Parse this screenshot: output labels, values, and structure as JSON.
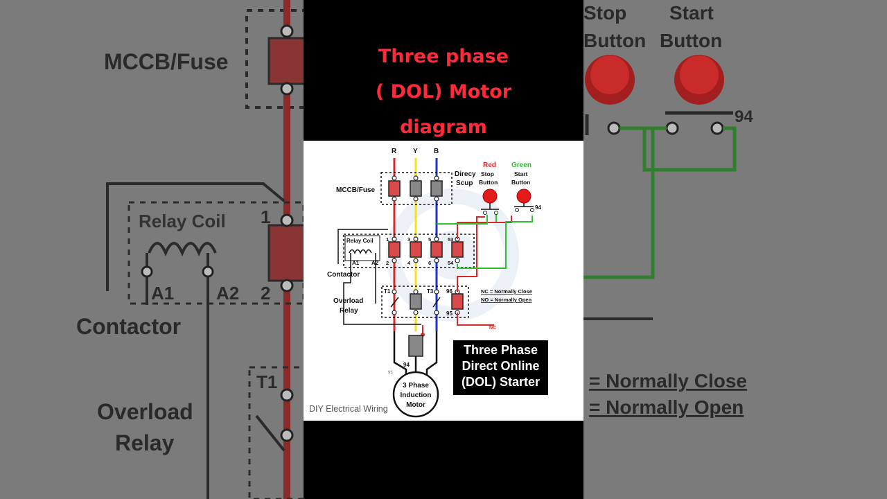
{
  "title": {
    "line1": "Three phase",
    "line2": "( DOL) Motor",
    "line3": "diagram"
  },
  "diagram": {
    "phases": [
      "R",
      "Y",
      "B"
    ],
    "mccb_label": "MCCB/Fuse",
    "direct_label_1": "Direcy",
    "direct_label_2": "Scup",
    "red_label": "Red",
    "stop_1": "Stop",
    "stop_2": "Button",
    "green_label": "Green",
    "start_1": "Start",
    "start_2": "Button",
    "terminal_94_top": "94",
    "relay_coil_label": "Relay Coil",
    "a1_label": "A1",
    "a2_label": "A2",
    "contactor_label": "Contactor",
    "overload_1": "Overload",
    "overload_2": "Relay",
    "t1_label": "T1",
    "t3_label": "T3",
    "t96_label": "96",
    "t95_label": "95",
    "c1": "1",
    "c2": "2",
    "c3": "3",
    "c4": "4",
    "c5": "5",
    "c6": "6",
    "c53": "53",
    "c54": "54",
    "nc_def": "NC = Normally Close",
    "no_def": "NO = Normally Open",
    "nc_tag": "NC",
    "t94_bottom": "94",
    "t95_bottom": "95",
    "motor_1": "3 Phase",
    "motor_2": "Induction",
    "motor_3": "Motor",
    "caption_1": "Three Phase",
    "caption_2": "Direct Online",
    "caption_3": "(DOL) Starter",
    "credit": "DIY Electrical Wiring"
  },
  "background_left": {
    "mccb": "MCCB/Fuse",
    "relay_coil": "Relay Coil",
    "one": "1",
    "a1": "A1",
    "a2": "A2",
    "two": "2",
    "contactor": "Contactor",
    "t1": "T1",
    "overload": "Overload",
    "relay": "Relay"
  },
  "background_right": {
    "stop": "Stop",
    "stop_button": "Button",
    "start": "Start",
    "start_button": "Button",
    "t94": "94",
    "nc": "= Normally Close",
    "no": "= Normally Open"
  },
  "colors": {
    "title_red": "#ff2a3a",
    "wire_red": "#d62a2a",
    "wire_yellow": "#f2e11f",
    "wire_blue": "#2233cc",
    "wire_green": "#2fbf2f"
  }
}
